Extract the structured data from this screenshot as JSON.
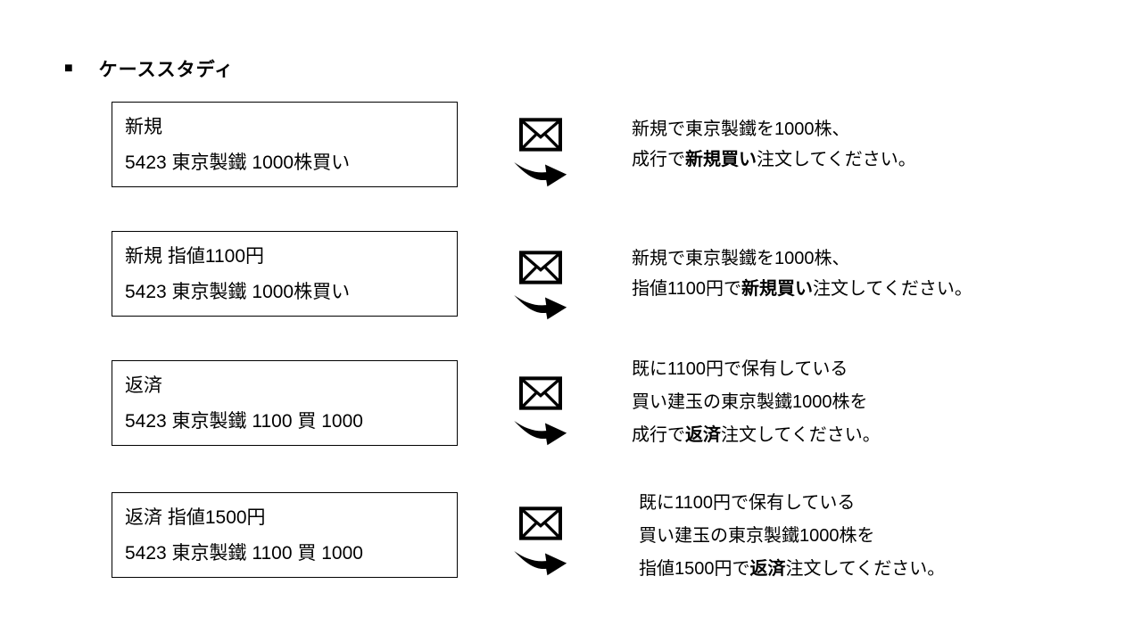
{
  "page": {
    "background": "#ffffff",
    "text_color": "#000000"
  },
  "title": {
    "bullet": "■",
    "text": "ケーススタディ"
  },
  "icons": {
    "envelope": "envelope-icon",
    "arrow": "curved-arrow-icon"
  },
  "rows": [
    {
      "box": {
        "line1": "新規",
        "line2": "5423 東京製鐵 1000株買い"
      },
      "desc": [
        {
          "pre": "新規で東京製鐵を1000株、"
        },
        {
          "pre": "成行で",
          "bold": "新規買い",
          "post": "注文してください。"
        }
      ]
    },
    {
      "box": {
        "line1": "新規 指値1100円",
        "line2": "5423 東京製鐵 1000株買い"
      },
      "desc": [
        {
          "pre": "新規で東京製鐵を1000株、"
        },
        {
          "pre": "指値1100円で",
          "bold": "新規買い",
          "post": "注文してください。"
        }
      ]
    },
    {
      "box": {
        "line1": "返済",
        "line2": "5423 東京製鐵 1100 買 1000"
      },
      "desc": [
        {
          "pre": "既に1100円で保有している"
        },
        {
          "pre": "買い建玉の東京製鐵1000株を"
        },
        {
          "pre": "成行で",
          "bold": "返済",
          "post": "注文してください。"
        }
      ]
    },
    {
      "box": {
        "line1": "返済 指値1500円",
        "line2": "5423 東京製鐵 1100 買 1000"
      },
      "desc": [
        {
          "pre": "既に1100円で保有している"
        },
        {
          "pre": "買い建玉の東京製鐵1000株を"
        },
        {
          "pre": "指値1500円で",
          "bold": "返済",
          "post": "注文してください。"
        }
      ]
    }
  ]
}
